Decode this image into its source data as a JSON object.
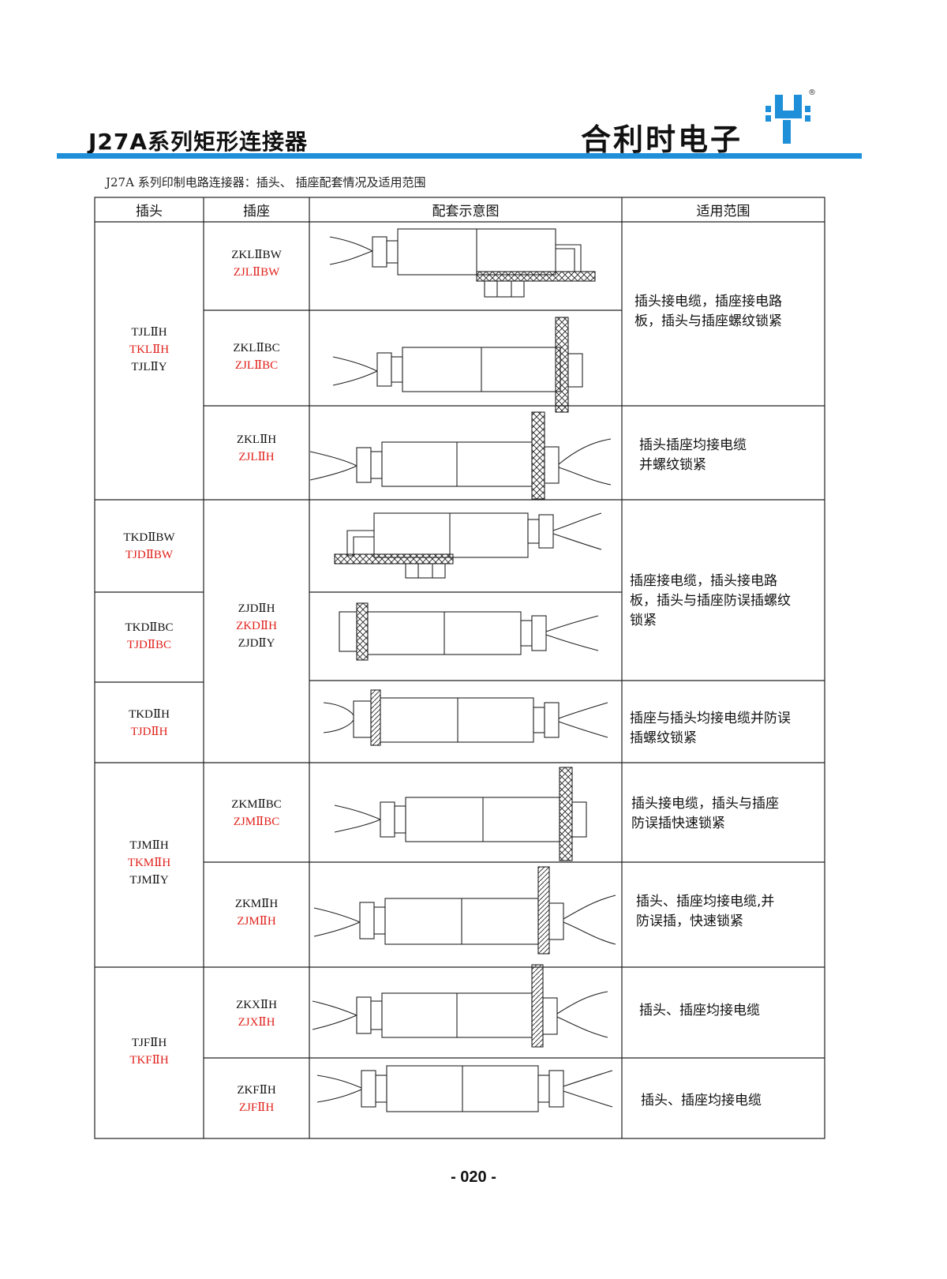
{
  "header": {
    "series_title": "J27A系列矩形连接器",
    "company_name": "合利时电子",
    "logo_icon": "hls-h-logo-icon",
    "registered_mark": "®",
    "accent_color": "#1e8fd8"
  },
  "table": {
    "caption": "J27A 系列印制电路连接器：插头、 插座配套情况及适用范围",
    "columns": [
      "插头",
      "插座",
      "配套示意图",
      "适用范围"
    ],
    "plug_groups": [
      {
        "lines": [
          {
            "text": "TJLⅡH",
            "red": false
          },
          {
            "text": "TKLⅡH",
            "red": true
          },
          {
            "text": "TJLⅡY",
            "red": false
          }
        ]
      },
      {
        "lines": [
          {
            "text": "TKDⅡBW",
            "red": false
          },
          {
            "text": "TJDⅡBW",
            "red": true
          }
        ]
      },
      {
        "lines": [
          {
            "text": "TKDⅡBC",
            "red": false
          },
          {
            "text": "TJDⅡBC",
            "red": true
          }
        ]
      },
      {
        "lines": [
          {
            "text": "TKDⅡH",
            "red": false
          },
          {
            "text": "TJDⅡH",
            "red": true
          }
        ]
      },
      {
        "lines": [
          {
            "text": "TJMⅡH",
            "red": false
          },
          {
            "text": "TKMⅡH",
            "red": true
          },
          {
            "text": "TJMⅡY",
            "red": false
          }
        ]
      },
      {
        "lines": [
          {
            "text": "TJFⅡH",
            "red": false
          },
          {
            "text": "TKFⅡH",
            "red": true
          }
        ]
      }
    ],
    "socket_groups": [
      {
        "lines": [
          {
            "text": "ZKLⅡBW",
            "red": false
          },
          {
            "text": "ZJLⅡBW",
            "red": true
          }
        ]
      },
      {
        "lines": [
          {
            "text": "ZKLⅡBC",
            "red": false
          },
          {
            "text": "ZJLⅡBC",
            "red": true
          }
        ]
      },
      {
        "lines": [
          {
            "text": "ZKLⅡH",
            "red": false
          },
          {
            "text": "ZJLⅡH",
            "red": true
          }
        ]
      },
      {
        "lines": [
          {
            "text": "ZJDⅡH",
            "red": false
          },
          {
            "text": "ZKDⅡH",
            "red": true
          },
          {
            "text": "ZJDⅡY",
            "red": false
          }
        ]
      },
      {
        "lines": [
          {
            "text": "ZKMⅡBC",
            "red": false
          },
          {
            "text": "ZJMⅡBC",
            "red": true
          }
        ]
      },
      {
        "lines": [
          {
            "text": "ZKMⅡH",
            "red": false
          },
          {
            "text": "ZJMⅡH",
            "red": true
          }
        ]
      },
      {
        "lines": [
          {
            "text": "ZKXⅡH",
            "red": false
          },
          {
            "text": "ZJXⅡH",
            "red": true
          }
        ]
      },
      {
        "lines": [
          {
            "text": "ZKFⅡH",
            "red": false
          },
          {
            "text": "ZJFⅡH",
            "red": true
          }
        ]
      }
    ],
    "scope_texts": [
      {
        "lines": [
          "插头接电缆，插座接电路",
          "板，插头与插座螺纹锁紧"
        ]
      },
      {
        "lines": [
          "插头插座均接电缆",
          "并螺纹锁紧"
        ]
      },
      {
        "lines": [
          "插座接电缆，插头接电路",
          "板，插头与插座防误插螺纹",
          "锁紧"
        ]
      },
      {
        "lines": [
          "插座与插头均接电缆并防误",
          "插螺纹锁紧"
        ]
      },
      {
        "lines": [
          "插头接电缆，插头与插座",
          "防误插快速锁紧"
        ]
      },
      {
        "lines": [
          "插头、插座均接电缆,并",
          "防误插，快速锁紧"
        ]
      },
      {
        "lines": [
          "插头、插座均接电缆"
        ]
      },
      {
        "lines": [
          "插头、插座均接电缆"
        ]
      }
    ]
  },
  "footer": {
    "page_number": "- 020 -"
  }
}
